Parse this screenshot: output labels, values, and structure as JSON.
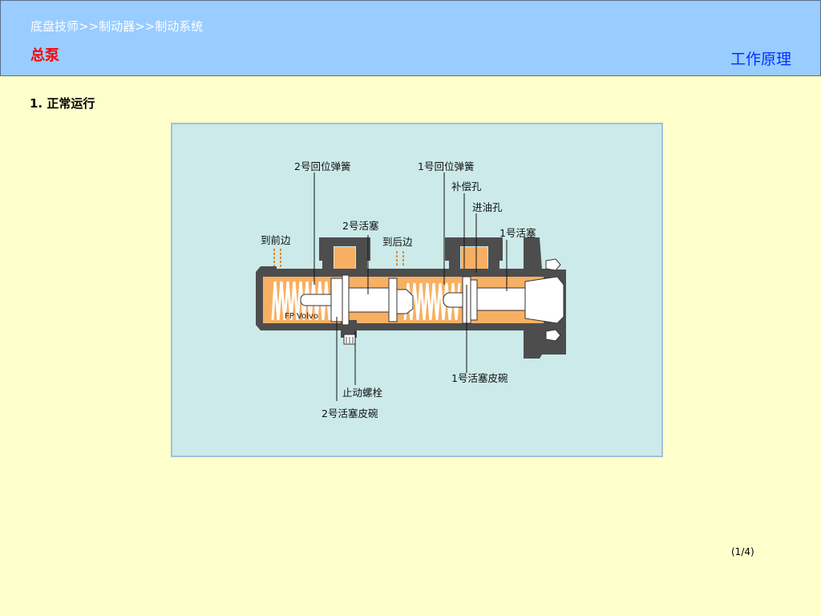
{
  "header": {
    "breadcrumb": "底盘技师>>制动器>>制动系统",
    "title": "总泵",
    "section": "工作原理"
  },
  "content": {
    "step_heading": "1.  正常运行"
  },
  "diagram": {
    "labels": {
      "return_spring_2": "2号回位弹簧",
      "return_spring_1": "1号回位弹簧",
      "compensating_port": "补偿孔",
      "inlet_port": "进油孔",
      "piston_2": "2号活塞",
      "piston_1": "1号活塞",
      "to_front": "到前边",
      "to_rear": "到后边",
      "piston_cup_1": "1号活塞皮碗",
      "stopper_bolt": "止动螺栓",
      "piston_cup_2": "2号活塞皮碗"
    },
    "colors": {
      "fluid": "#f7b063",
      "housing": "#4d4d4d",
      "background": "#cceaea"
    }
  },
  "pager": "(1/4)"
}
